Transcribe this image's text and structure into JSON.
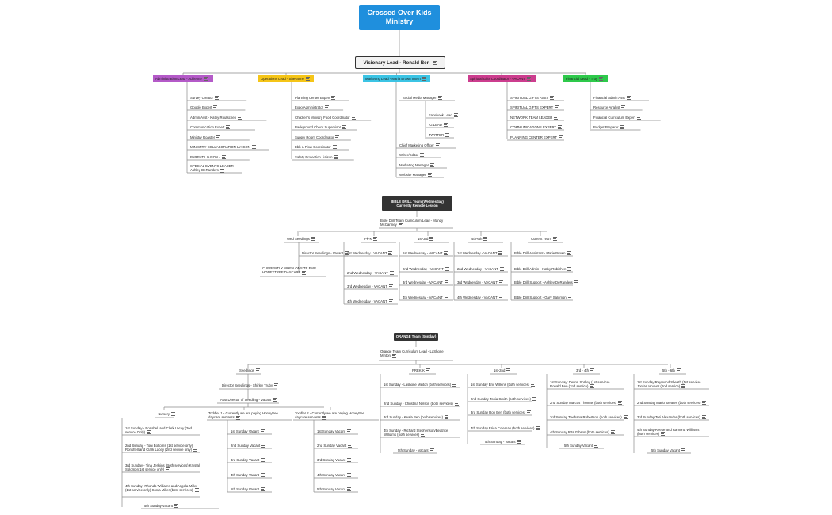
{
  "title": "Crossed Over Kids Ministry",
  "visionary_lead": "Visionary Lead - Ronald Ben",
  "colors": {
    "root": "#1f8fdd",
    "administration": "#b45ac8",
    "operations": "#f5c518",
    "marketing": "#3cc4e4",
    "spiritual_gifts": "#cc3d8e",
    "financial": "#2ec94b",
    "dark_header": "#333333"
  },
  "departments": {
    "admin": {
      "label": "Administration Lead - Adrienne",
      "items": [
        "Survey Creator",
        "Google Expert",
        "Admin Asst - Kathy Routschen",
        "Communication Expert",
        "Ministry Roaster",
        "MINISTRY COLLABORATION LIAISON",
        "PARENT LIAISON -",
        "SPECIAL EVENTS LEADER Ashley DeRanders"
      ]
    },
    "ops": {
      "label": "Operations Lead - Shevanne",
      "items": [
        "Planning Center Expert",
        "Expo Administrator",
        "Children's Ministry Food Coordinator",
        "Background Check Supervisor",
        "Supply Room Coordinator",
        "Ebb & Flow Coordinator",
        "Safety Protection Liaison"
      ]
    },
    "mkt": {
      "label": "Marketing Lead - Maria Brown Intern",
      "social": "Social Media Manager",
      "social_items": [
        "Facebook Lead",
        "IG LEAD",
        "TWITTER"
      ],
      "items": [
        "Chief Marketing Officer",
        "Writer/Editor",
        "Marketing Manager",
        "Website Manager"
      ]
    },
    "spg": {
      "label": "Spiritual Gifts Coordinator - VACANT",
      "items": [
        "SPIRITUAL GIFTS ASST",
        "SPIRITUAL GIFTS EXPERT",
        "NETWORK TEAM LEADER",
        "COMMUNICATIONS EXPERT",
        "PLANNING CENTER EXPERT"
      ]
    },
    "fin": {
      "label": "Financial Lead - Troy",
      "items": [
        "Financial Admin Asst",
        "Resource Analyst",
        "Financial Curriculum Expert",
        "Budget Preparer"
      ]
    }
  },
  "bible": {
    "header": "BIBLE DRILL Team (Wednesday) Currently Remote Lesson",
    "lead": "Bible Drill Team Curriculum Lead - Mandy McCartney",
    "groups": [
      {
        "label": "Wed Seedlings",
        "items": [
          "Director Seedlings - Vacant",
          "CURRENTLY WHEN ONSITE FMG HONEYTREE DAYCARE"
        ]
      },
      {
        "label": "Pk-K",
        "items": [
          "1st Wednesday - VACANT",
          "2nd Wednesday - VACANT",
          "3rd Wednesday - VACANT",
          "4th Wednesday - VACANT"
        ]
      },
      {
        "label": "1st-3rd",
        "items": [
          "1st Wednesday - VACANT",
          "2nd Wednesday - VACANT",
          "3rd Wednesday - VACANT",
          "4th Wednesday - VACANT"
        ]
      },
      {
        "label": "4th-6th",
        "items": [
          "1st Wednesday - VACANT",
          "2nd Wednesday - VACANT",
          "3rd Wednesday - VACANT",
          "4th Wednesday - VACANT"
        ]
      },
      {
        "label": "Current Team",
        "items": [
          "Bible Drill Assistant - Marie Brown",
          "Bible Drill Admin - Kathy Rubichen",
          "Bible Drill Support - Ashley DeRanders",
          "Bible Drill Support - Gary Salomon"
        ]
      }
    ]
  },
  "orange": {
    "header": "ORANGE Team (Sunday)",
    "lead": "Orange Team Curriculum Lead - LaShone Minton",
    "seedlings": {
      "label": "Seedlings",
      "director": "Director Seedlings - Shirley Truby",
      "asst": "Asst Director of Seedling - Vacant",
      "nursery": {
        "label": "Nursery",
        "items": [
          "1st Sunday - Ronshell and Clark Lacey (2nd service Only)",
          "2nd Sunday - Toni Bottoms (1st service only) Ronshell and Clark Lacey (2nd service only)",
          "3rd Sunday - Tina Jenkins (Both services) Krystal Solomon 1st service only)",
          "4th Sunday- Rhonda Williams and Angela Miller (1st service only) Sonja Miller (both services)",
          "5th Sunday Vacant"
        ]
      },
      "toddler1": {
        "label": "Toddler 1 - Currently we are paying Honeytree daycare servants",
        "items": [
          "1st Sunday Vacant",
          "2nd Sunday Vacant",
          "3rd Sunday Vacant",
          "4th Sunday Vacant",
          "5th Sunday Vacant"
        ]
      },
      "toddler2": {
        "label": "Toddler 2 - Currently we are paying Honeytree daycare servants",
        "items": [
          "1st Sunday Vacant",
          "2nd Sunday Vacant",
          "3rd Sunday Vacant",
          "4th Sunday Vacant",
          "5th Sunday Vacant"
        ]
      }
    },
    "groups": [
      {
        "label": "PREK-K",
        "items": [
          "1st Sunday - Lashone Minton (both services)",
          "2nd Sunday - Christina Nelson (both services)",
          "3rd Sunday - Keala Ben (both services)",
          "4th Sunday - Richard Stephenson/Beatrice Williams (both services)",
          "5th Sunday - Vacant"
        ]
      },
      {
        "label": "1st-2nd",
        "items": [
          "1st Sunday Eric Wilkins (both services)",
          "2nd Sunday Tonia Smith (both services)",
          "3rd Sunday Ron Ben (both services)",
          "4th Sunday Erica Coleman (both services)",
          "5th Sunday - Vacant"
        ]
      },
      {
        "label": "3rd - 4th",
        "items": [
          "1st Sunday: Devon Sorkey (1st service) Ronald Ben (2nd service)",
          "2nd Sunday Marcus Thomas (both services)",
          "3rd Sunday Tawhana Robertson (both services)",
          "4th Sunday Rita Gibson (both services)",
          "5th Sunday Vacant"
        ]
      },
      {
        "label": "5th - 6th",
        "items": [
          "1st Sunday Raymond Sheath (1st service) Jordan Hoover (2nd service)",
          "2nd Sunday Mario Tavares (both services)",
          "3rd Sunday Tori Alexander (both services)",
          "4th Sunday Reese and Ramona Williams (both services)",
          "5th Sunday Vacant"
        ]
      }
    ]
  }
}
